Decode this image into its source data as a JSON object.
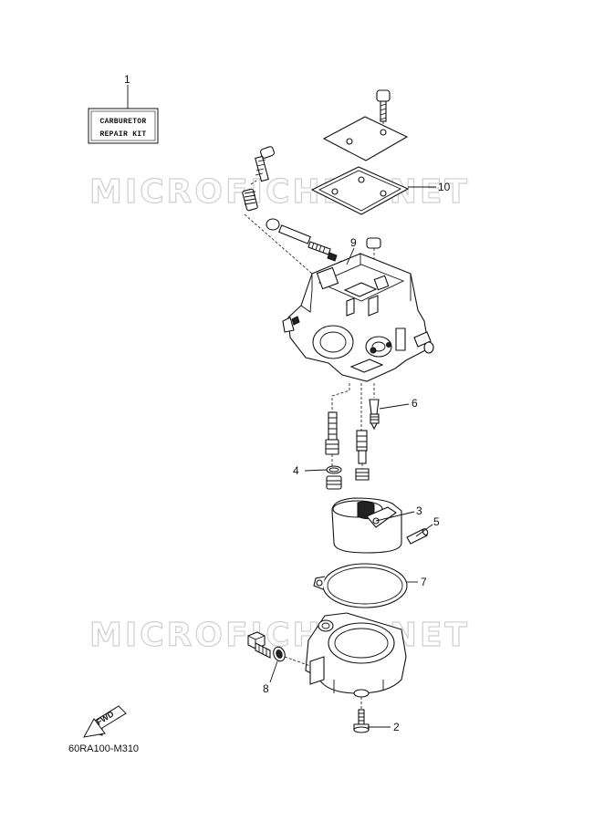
{
  "repair_kit_label": {
    "line1": "CARBURETOR",
    "line2": "REPAIR KIT"
  },
  "watermark": "MICROFICHES.NET",
  "callouts": [
    "1",
    "2",
    "3",
    "4",
    "5",
    "6",
    "7",
    "8",
    "9",
    "10"
  ],
  "fwd_label": "FWD",
  "diagram_code": "60RA100-M310"
}
